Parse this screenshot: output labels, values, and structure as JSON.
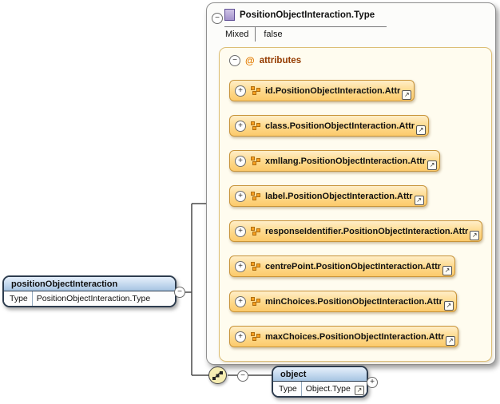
{
  "icons": {
    "expand": "+",
    "collapse": "−",
    "link": "↗"
  },
  "element_box": {
    "name": "positionObjectInteraction",
    "type_label": "Type",
    "type_value": "PositionObjectInteraction.Type"
  },
  "type_box": {
    "title": "PositionObjectInteraction.Type",
    "mixed_label": "Mixed",
    "mixed_value": "false",
    "attributes_group": {
      "at_sign": "@",
      "label": "attributes",
      "items": [
        {
          "label": "id.PositionObjectInteraction.Attr"
        },
        {
          "label": "class.PositionObjectInteraction.Attr"
        },
        {
          "label": "xmllang.PositionObjectInteraction.Attr"
        },
        {
          "label": "label.PositionObjectInteraction.Attr"
        },
        {
          "label": "responseIdentifier.PositionObjectInteraction.Attr"
        },
        {
          "label": "centrePoint.PositionObjectInteraction.Attr"
        },
        {
          "label": "minChoices.PositionObjectInteraction.Attr"
        },
        {
          "label": "maxChoices.PositionObjectInteraction.Attr"
        }
      ]
    }
  },
  "object_box": {
    "name": "object",
    "type_label": "Type",
    "type_value": "Object.Type"
  }
}
